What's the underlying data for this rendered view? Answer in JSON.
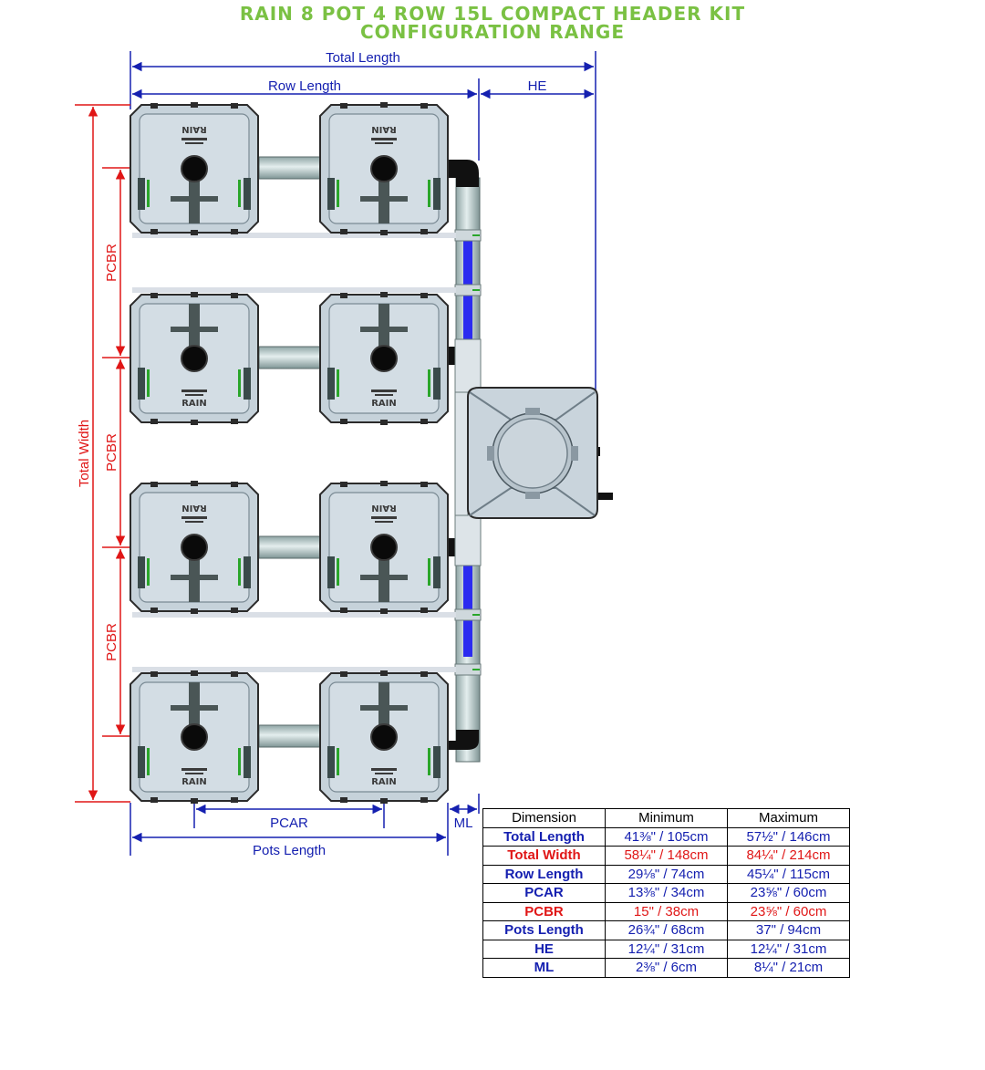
{
  "title": {
    "line1": "RAIN 8 POT 4 ROW 15L COMPACT HEADER KIT",
    "line2": "CONFIGURATION RANGE"
  },
  "labels": {
    "total_length": "Total Length",
    "row_length": "Row Length",
    "he": "HE",
    "total_width": "Total Width",
    "pcbr_1": "PCBR",
    "pcbr_2": "PCBR",
    "pcbr_3": "PCBR",
    "pcar": "PCAR",
    "ml": "ML",
    "pots_length": "Pots Length"
  },
  "pot_logo": "RAIN",
  "colors": {
    "title": "#7ac143",
    "dimension_blue": "#1520b0",
    "dimension_red": "#e01616",
    "pot_fill": "#c6d2da",
    "pipe_blue": "#2b2bf0"
  },
  "table": {
    "headers": [
      "Dimension",
      "Minimum",
      "Maximum"
    ],
    "rows": [
      {
        "name": "Total Length",
        "min": "41⅜\" / 105cm",
        "max": "57½\" / 146cm",
        "color": "blue"
      },
      {
        "name": "Total Width",
        "min": "58¼\" / 148cm",
        "max": "84¼\" / 214cm",
        "color": "red"
      },
      {
        "name": "Row Length",
        "min": "29⅛\" / 74cm",
        "max": "45¼\" / 115cm",
        "color": "blue"
      },
      {
        "name": "PCAR",
        "min": "13⅜\" / 34cm",
        "max": "23⅝\" / 60cm",
        "color": "blue"
      },
      {
        "name": "PCBR",
        "min": "15\" / 38cm",
        "max": "23⅝\" / 60cm",
        "color": "red"
      },
      {
        "name": "Pots Length",
        "min": "26¾\" / 68cm",
        "max": "37\" / 94cm",
        "color": "blue"
      },
      {
        "name": "HE",
        "min": "12¼\" / 31cm",
        "max": "12¼\" / 31cm",
        "color": "blue"
      },
      {
        "name": "ML",
        "min": "2⅜\" / 6cm",
        "max": "8¼\" / 21cm",
        "color": "blue"
      }
    ]
  }
}
